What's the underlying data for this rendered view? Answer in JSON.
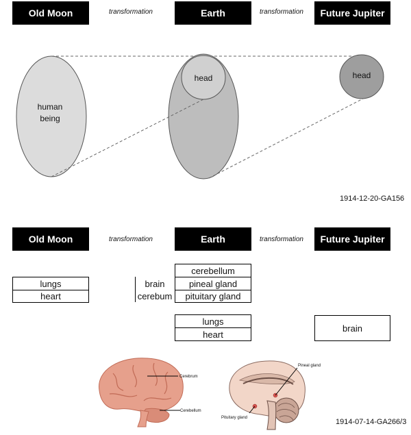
{
  "top": {
    "headers": [
      "Old Moon",
      "Earth",
      "Future Jupiter"
    ],
    "transformation_labels": [
      "transformation",
      "transformation"
    ],
    "shapes": {
      "old_moon_label": [
        "human",
        "being"
      ],
      "earth_head_label": "head",
      "jupiter_head_label": "head"
    },
    "reference": "1914-12-20-GA156"
  },
  "bottom": {
    "headers": [
      "Old Moon",
      "Earth",
      "Future Jupiter"
    ],
    "transformation_labels": [
      "transformation",
      "transformation"
    ],
    "old_moon_organs": [
      "lungs",
      "heart"
    ],
    "earth_brain_parts": [
      "cerebellum",
      "pineal gland",
      "pituitary gland"
    ],
    "earth_side_labels": [
      "brain",
      "cerebum"
    ],
    "earth_organs": [
      "lungs",
      "heart"
    ],
    "jupiter_organ": "brain",
    "illustration_labels": {
      "cerebrum": "Cerebrum",
      "cerebellum": "Cerebellum",
      "pineal": "Pineal gland",
      "pituitary": "Pituitary gland"
    },
    "reference": "1914-07-14-GA266/3"
  },
  "colors": {
    "header_bg": "#000000",
    "old_moon_fill": "#dcdcdc",
    "earth_fill": "#bdbdbd",
    "head_fill": "#d0d0d0",
    "jupiter_fill": "#9e9e9e",
    "brain_pink": "#e6a08c"
  }
}
